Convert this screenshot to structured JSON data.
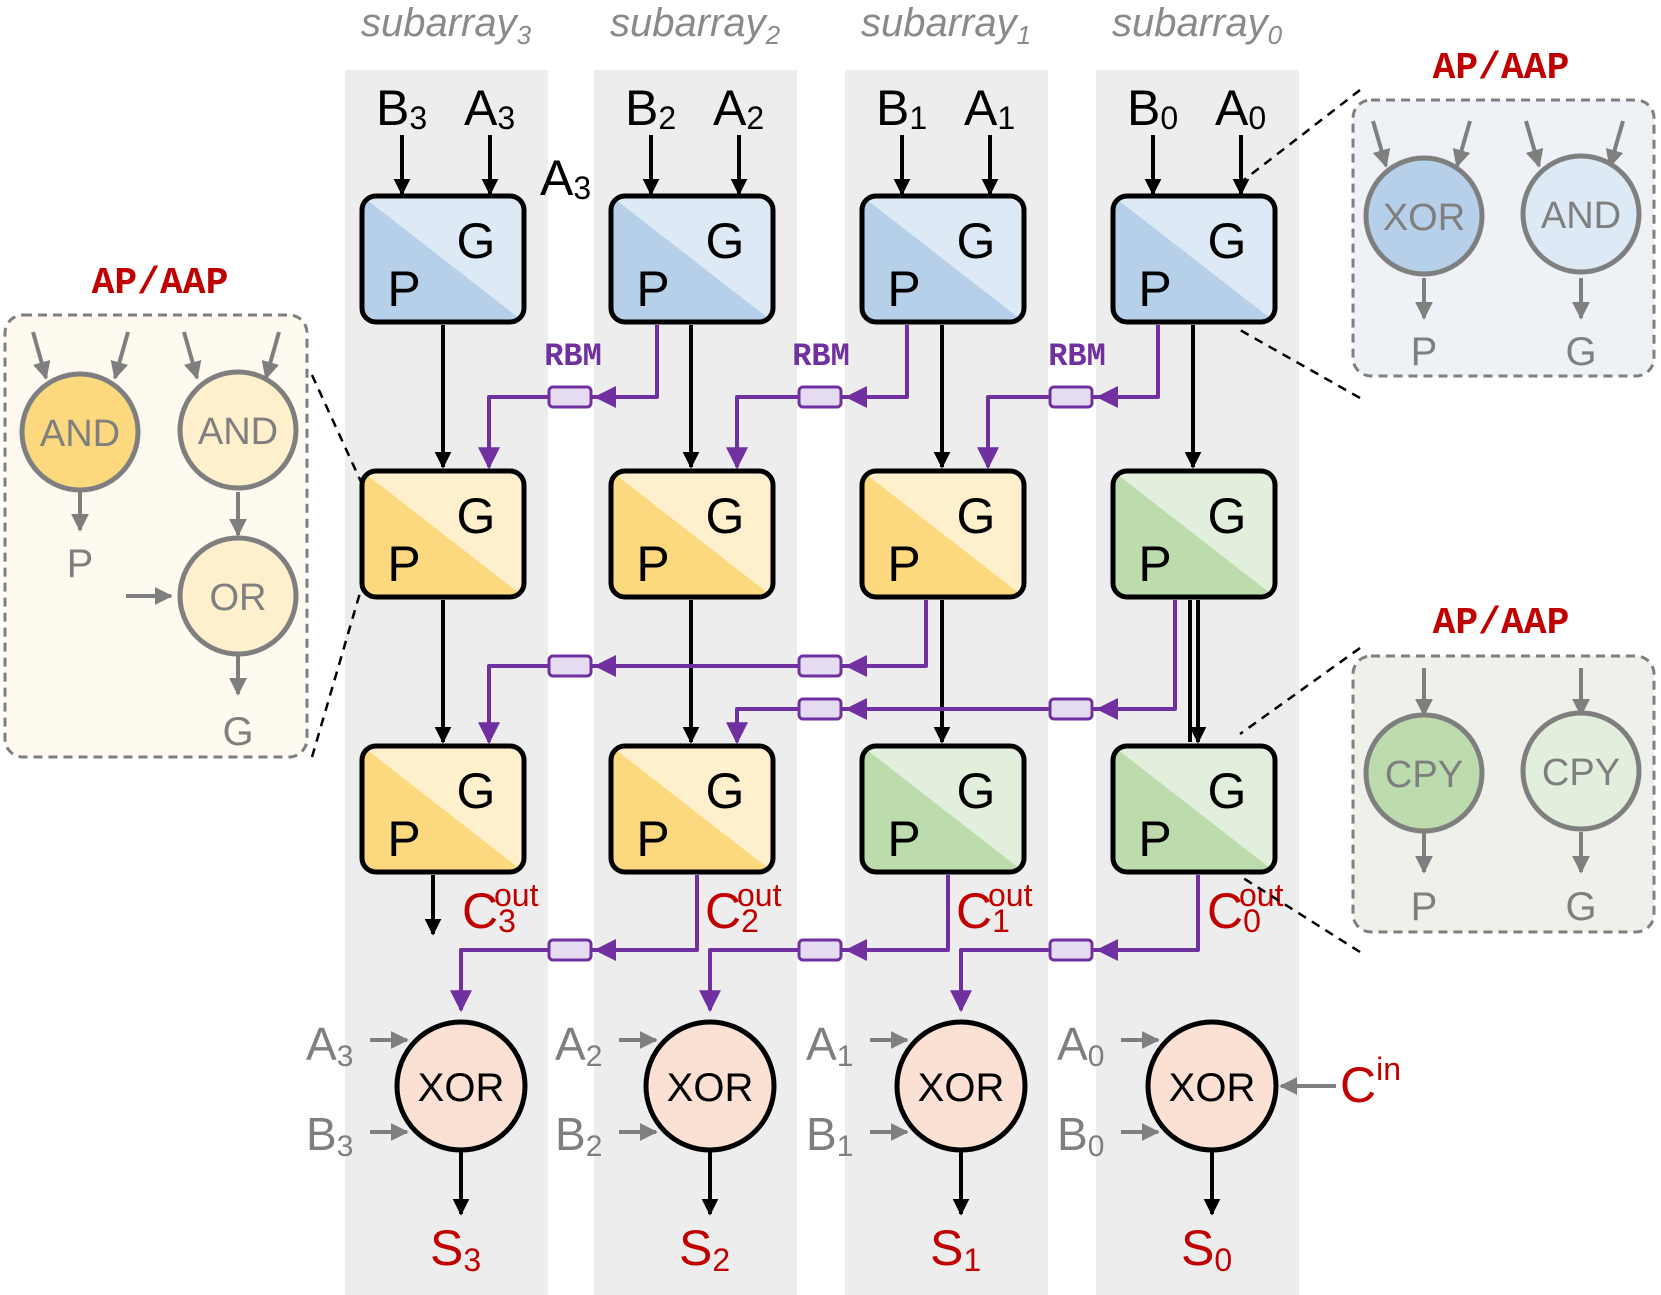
{
  "subarrays": [
    {
      "name": "subarray",
      "index": "3",
      "b": "B",
      "a": "A",
      "s": "S",
      "c": "C",
      "c_sup": "out"
    },
    {
      "name": "subarray",
      "index": "2",
      "b": "B",
      "a": "A",
      "s": "S",
      "c": "C",
      "c_sup": "out"
    },
    {
      "name": "subarray",
      "index": "1",
      "b": "B",
      "a": "A",
      "s": "S",
      "c": "C",
      "c_sup": "out"
    },
    {
      "name": "subarray",
      "index": "0",
      "b": "B",
      "a": "A",
      "s": "S",
      "c": "C",
      "c_sup": "out"
    }
  ],
  "pg_labels": {
    "p": "P",
    "g": "G"
  },
  "stray_label": {
    "base": "A",
    "sub": "3"
  },
  "rbm_label": "RBM",
  "sum_gate_label": "XOR",
  "carry_in": {
    "base": "C",
    "sup": "in"
  },
  "detail_boxes": {
    "left": {
      "title": "AP/AAP",
      "gate1": "AND",
      "gate2": "AND",
      "gate3": "OR",
      "out_p": "P",
      "out_g": "G"
    },
    "top_right": {
      "title": "AP/AAP",
      "gate1": "XOR",
      "gate2": "AND",
      "out_p": "P",
      "out_g": "G"
    },
    "bottom_right": {
      "title": "AP/AAP",
      "gate1": "CPY",
      "gate2": "CPY",
      "out_p": "P",
      "out_g": "G"
    }
  },
  "colors": {
    "blue_dark": "#b7d0ea",
    "blue_light": "#dde9f5",
    "yellow_dark": "#fcd97f",
    "yellow_light": "#fef0cd",
    "green_dark": "#bcdcae",
    "green_light": "#e2efdc",
    "xor_fill": "#fbe1d4",
    "purple": "#7030a0",
    "red": "#c00000",
    "gray": "#7f7f7f",
    "column_bg": "#ededed"
  }
}
